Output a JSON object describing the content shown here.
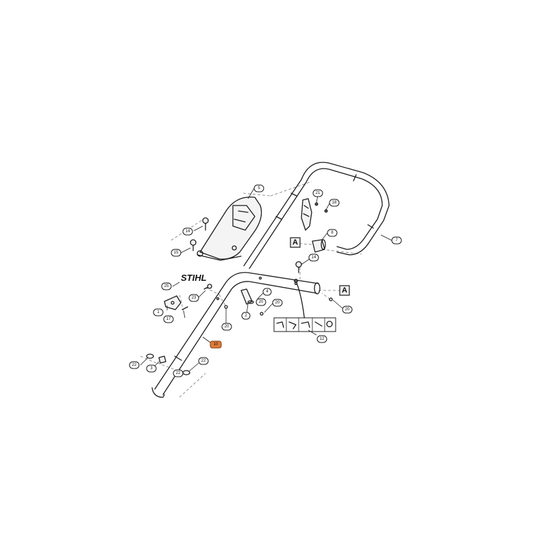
{
  "diagram": {
    "brand_text": "STIHL",
    "highlight_color": "#e07b39",
    "reference_labels": [
      "A",
      "A"
    ],
    "callouts": [
      {
        "id": "c5",
        "label": "5"
      },
      {
        "id": "c7",
        "label": "7"
      },
      {
        "id": "c8",
        "label": "8"
      },
      {
        "id": "c21",
        "label": "21"
      },
      {
        "id": "c18",
        "label": "18"
      },
      {
        "id": "c14a",
        "label": "14"
      },
      {
        "id": "c15",
        "label": "15"
      },
      {
        "id": "c14b",
        "label": "14"
      },
      {
        "id": "c25",
        "label": "25"
      },
      {
        "id": "c23",
        "label": "23"
      },
      {
        "id": "c4",
        "label": "4"
      },
      {
        "id": "c20a",
        "label": "20"
      },
      {
        "id": "c20b",
        "label": "20"
      },
      {
        "id": "c20c",
        "label": "20"
      },
      {
        "id": "c1",
        "label": "1"
      },
      {
        "id": "c17",
        "label": "17"
      },
      {
        "id": "c22a",
        "label": "22"
      },
      {
        "id": "c3",
        "label": "3"
      },
      {
        "id": "c20d",
        "label": "20"
      },
      {
        "id": "c12",
        "label": "12"
      },
      {
        "id": "c10",
        "label": "10",
        "highlighted": true
      },
      {
        "id": "c22b",
        "label": "22"
      },
      {
        "id": "c2",
        "label": "2"
      },
      {
        "id": "c22c",
        "label": "22"
      }
    ]
  }
}
